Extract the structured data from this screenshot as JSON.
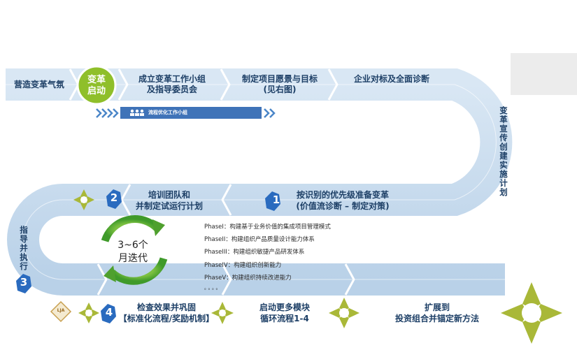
{
  "start_badge": {
    "line1": "变革",
    "line2": "启动"
  },
  "row1": {
    "step1": "营造变革气氛",
    "step2": {
      "line1": "成立变革工作小组",
      "line2": "及指导委员会"
    },
    "step3": {
      "line1": "制定项目愿景与目标",
      "line2": "(见右图)"
    },
    "step4": "企业对标及全面诊断"
  },
  "team_bar": {
    "label": "流程优化工作小组"
  },
  "curve_right": {
    "label": "变革宣传创建实施计划"
  },
  "row2": {
    "num1": "1",
    "step1": {
      "line1": "按识别的优先级准备变革",
      "line2": "(价值流诊断 – 制定对策)"
    },
    "num2": "2",
    "step2": {
      "line1": "培训团队和",
      "line2": "并制定试运行计划"
    }
  },
  "cycle": {
    "line1": "3~6个",
    "line2": "月迭代"
  },
  "curve_left": {
    "label": "指导并执行",
    "num": "3"
  },
  "phases": [
    "PhaseI：构建基于业务价值的集成项目管理模式",
    "PhaseII：构建组织产品质量设计能力体系",
    "PhaseIII：构建组织敏捷产品研发体系",
    "PhaseIV：构建组织创新能力",
    "PhaseV：构建组织持续改进能力",
    "。。。。"
  ],
  "row3": {
    "badge": "LJA",
    "num4": "4",
    "step1": {
      "line1": "检查效果并巩固",
      "line2": "【标准化流程/奖励机制】"
    },
    "step2": {
      "line1": "启动更多模块",
      "line2": "循环流程1-4"
    },
    "step3": {
      "line1": "扩展到",
      "line2": "投资组合并锚定新方法"
    }
  },
  "colors": {
    "track": "#c9ddef",
    "track_dark": "#a9c6e2",
    "text": "#1d3f66",
    "accent_blue": "#2a6bbf",
    "green": "#8fbf2a",
    "olive": "#9aa83a"
  }
}
